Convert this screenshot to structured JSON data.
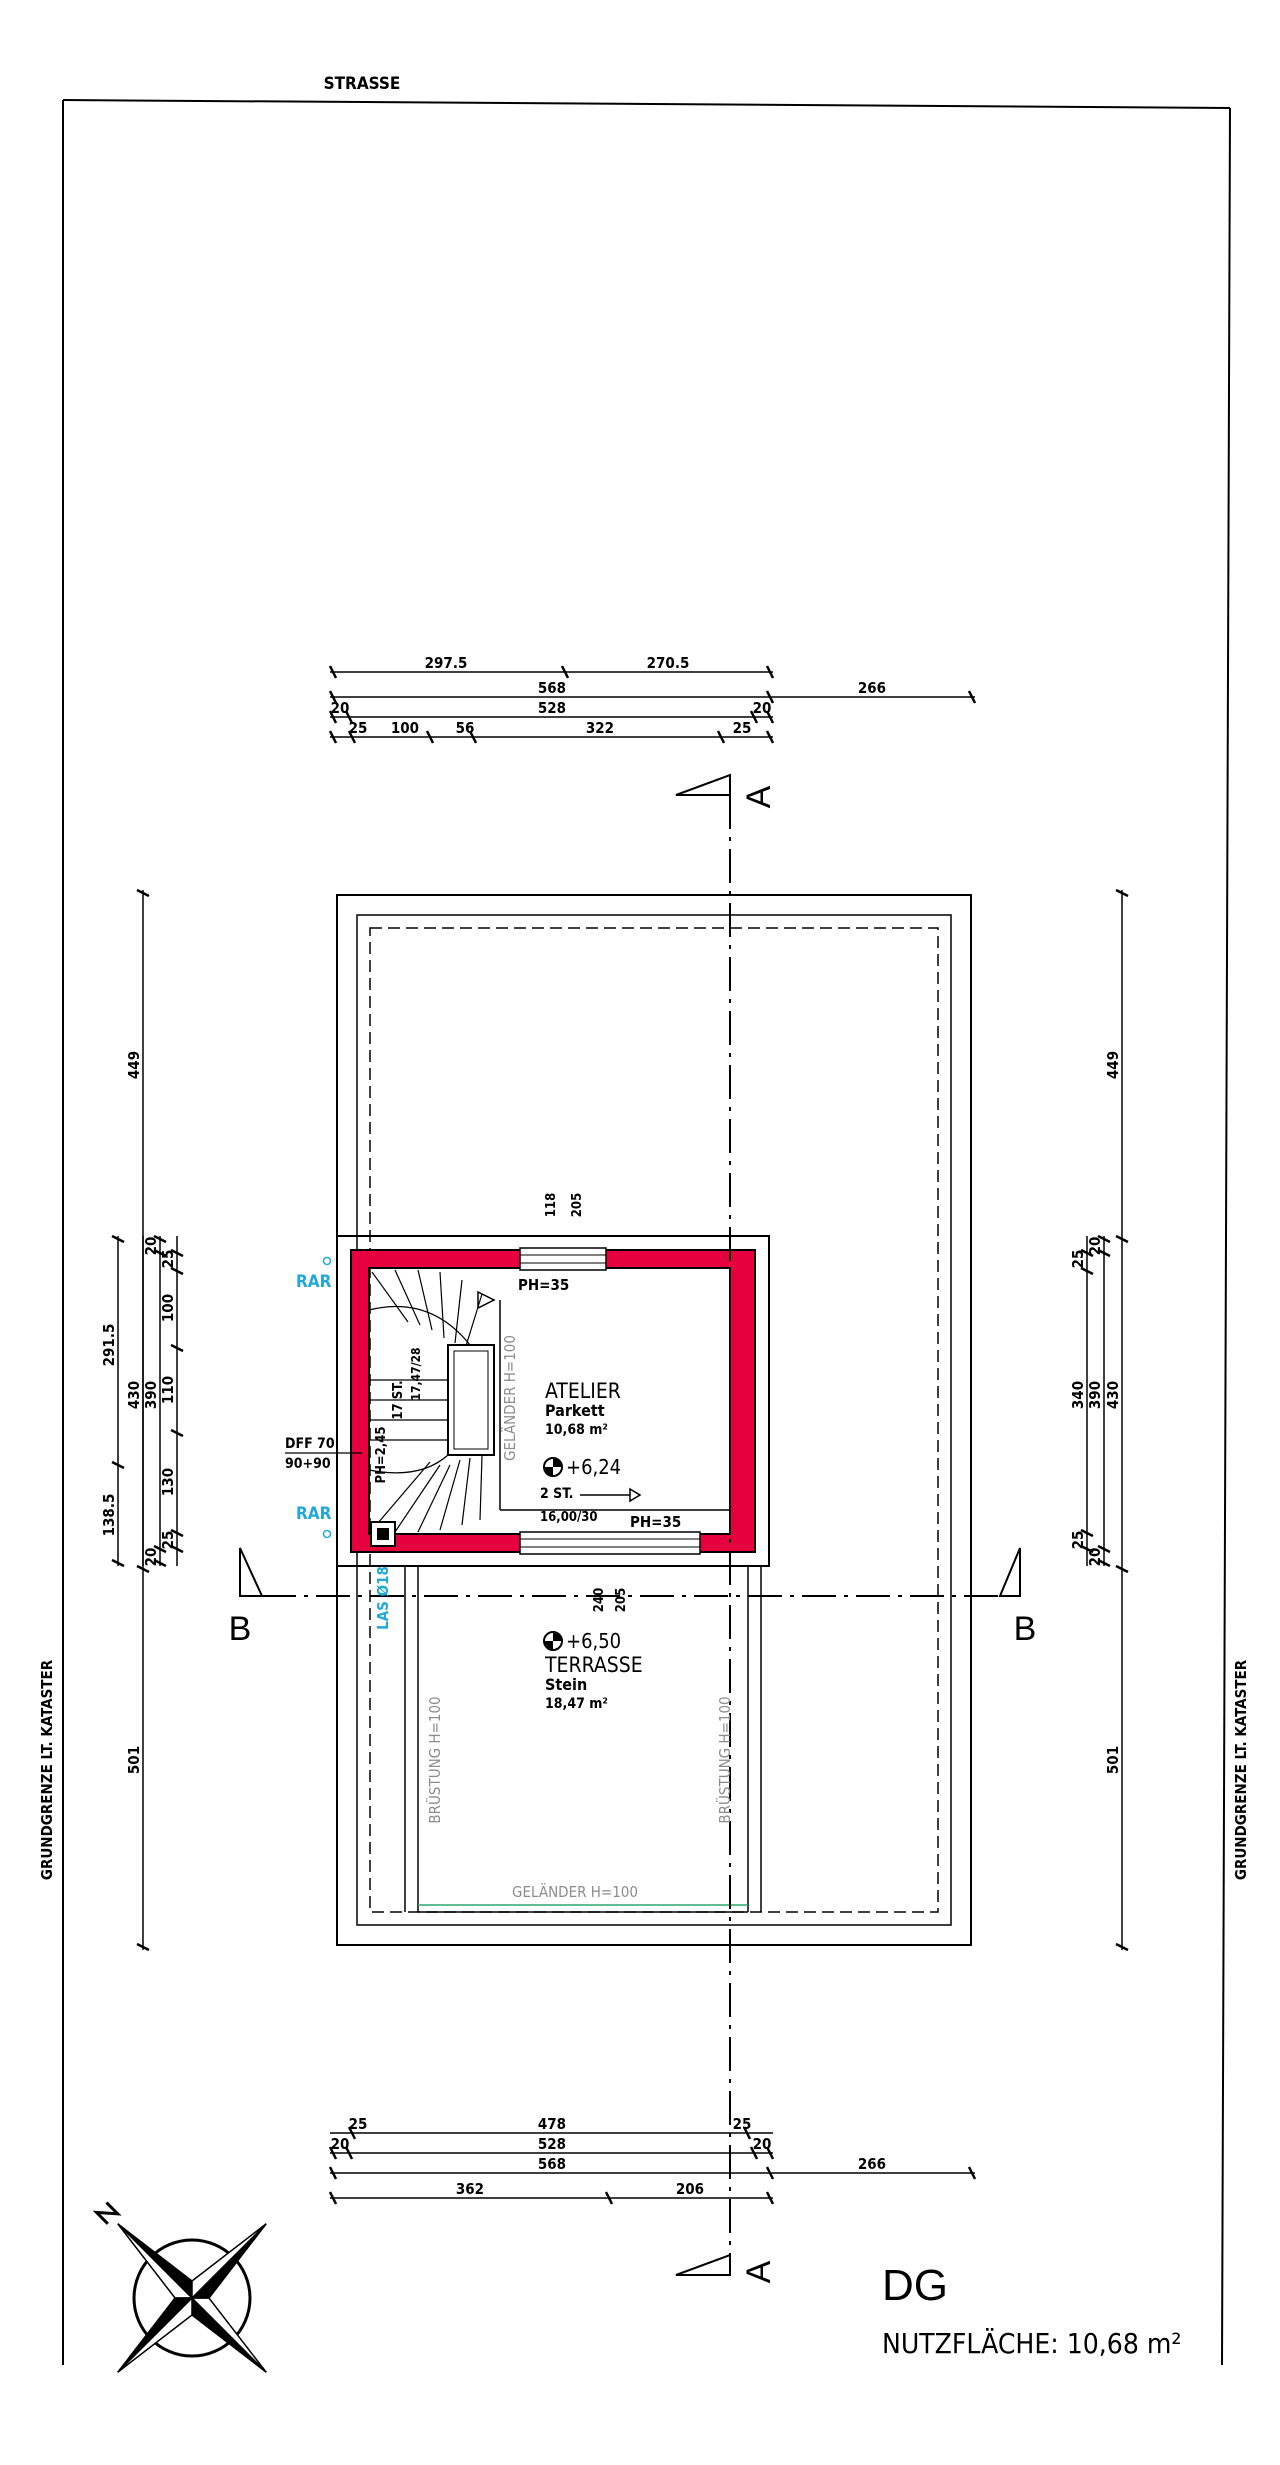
{
  "labels": {
    "street": "STRASSE",
    "boundary_left": "GRUNDGRENZE LT. KATASTER",
    "boundary_right": "GRUNDGRENZE LT. KATASTER",
    "floor_code": "DG",
    "usable_area": "NUTZFLÄCHE: 10,68 m²"
  },
  "sections": {
    "a_top": "A",
    "a_bottom": "A",
    "b_left": "B",
    "b_right": "B"
  },
  "rooms": {
    "atelier": {
      "name": "ATELIER",
      "floor": "Parkett",
      "area": "10,68 m²",
      "level": "+6,24"
    },
    "terrace": {
      "name": "TERRASSE",
      "floor": "Stein",
      "area": "18,47 m²",
      "level": "+6,50"
    }
  },
  "annotations": {
    "ph_top": "PH=35",
    "ph_bottom": "PH=35",
    "stairs_note": "2 ST.",
    "stairs_spec": "16,00/30",
    "stairs_vertical": "17 ST.",
    "stairs_vertical_spec": "17,47/28",
    "ph_stairs": "PH=2,45",
    "dff_1": "DFF 70",
    "dff_2": "90+90",
    "railing_inner": "GELÄNDER H=100",
    "railing_terrace": "GELÄNDER H=100",
    "parapet_left": "BRÜSTUNG H=100",
    "parapet_right": "BRÜSTUNG H=100",
    "rar_top": "RAR",
    "rar_bottom": "RAR",
    "las": "LAS Ø18",
    "win_top_1": "118",
    "win_top_2": "205",
    "win_bot_1": "240",
    "win_bot_2": "205"
  },
  "dims_top": {
    "r1": [
      "297.5",
      "270.5"
    ],
    "r2": [
      "568",
      "266"
    ],
    "r3": [
      "20",
      "528",
      "20"
    ],
    "r4": [
      "25",
      "100",
      "56",
      "322",
      "25"
    ]
  },
  "dims_bottom": {
    "r1": [
      "25",
      "478",
      "25"
    ],
    "r2": [
      "20",
      "528",
      "20"
    ],
    "r3": [
      "568",
      "266"
    ],
    "r4": [
      "362",
      "206"
    ]
  },
  "dims_left": {
    "overall": [
      "449",
      "501"
    ],
    "mid": [
      "291.5",
      "138.5"
    ],
    "c1": [
      "430"
    ],
    "c2": [
      "20",
      "390",
      "20"
    ],
    "c3": [
      "25",
      "100",
      "110",
      "130",
      "25"
    ]
  },
  "dims_right": {
    "overall": [
      "449",
      "501"
    ],
    "c1": [
      "430"
    ],
    "c2": [
      "20",
      "390",
      "20"
    ],
    "c3": [
      "25",
      "340",
      "25"
    ]
  }
}
